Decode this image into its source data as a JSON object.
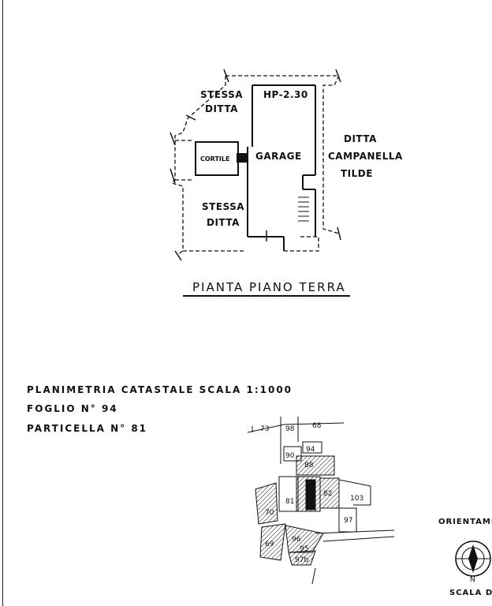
{
  "floor_plan": {
    "labels": {
      "stessa_ditta_top_1": "STESSA",
      "stessa_ditta_top_2": "DITTA",
      "hp": "HP-2.30",
      "cortile": "CORTILE",
      "garage": "GARAGE",
      "ditta_campanella_1": "DITTA",
      "ditta_campanella_2": "CAMPANELLA",
      "ditta_campanella_3": "TILDE",
      "stessa_ditta_bottom_1": "STESSA",
      "stessa_ditta_bottom_2": "DITTA"
    },
    "title": "PIANTA  PIANO  TERRA"
  },
  "info": {
    "planimetria": "PLANIMETRIA   CATASTALE   SCALA   1:1000",
    "foglio": "FOGLIO   N° 94",
    "particella": "PARTICELLA   N° 81"
  },
  "map": {
    "parcels": [
      "73",
      "98",
      "68",
      "90",
      "94",
      "88",
      "70",
      "81",
      "82",
      "103",
      "97",
      "69",
      "96",
      "95",
      "97b"
    ]
  },
  "orientation": {
    "label": "ORIENTAMEN",
    "north": "N",
    "scale_label": "SCALA DI"
  }
}
